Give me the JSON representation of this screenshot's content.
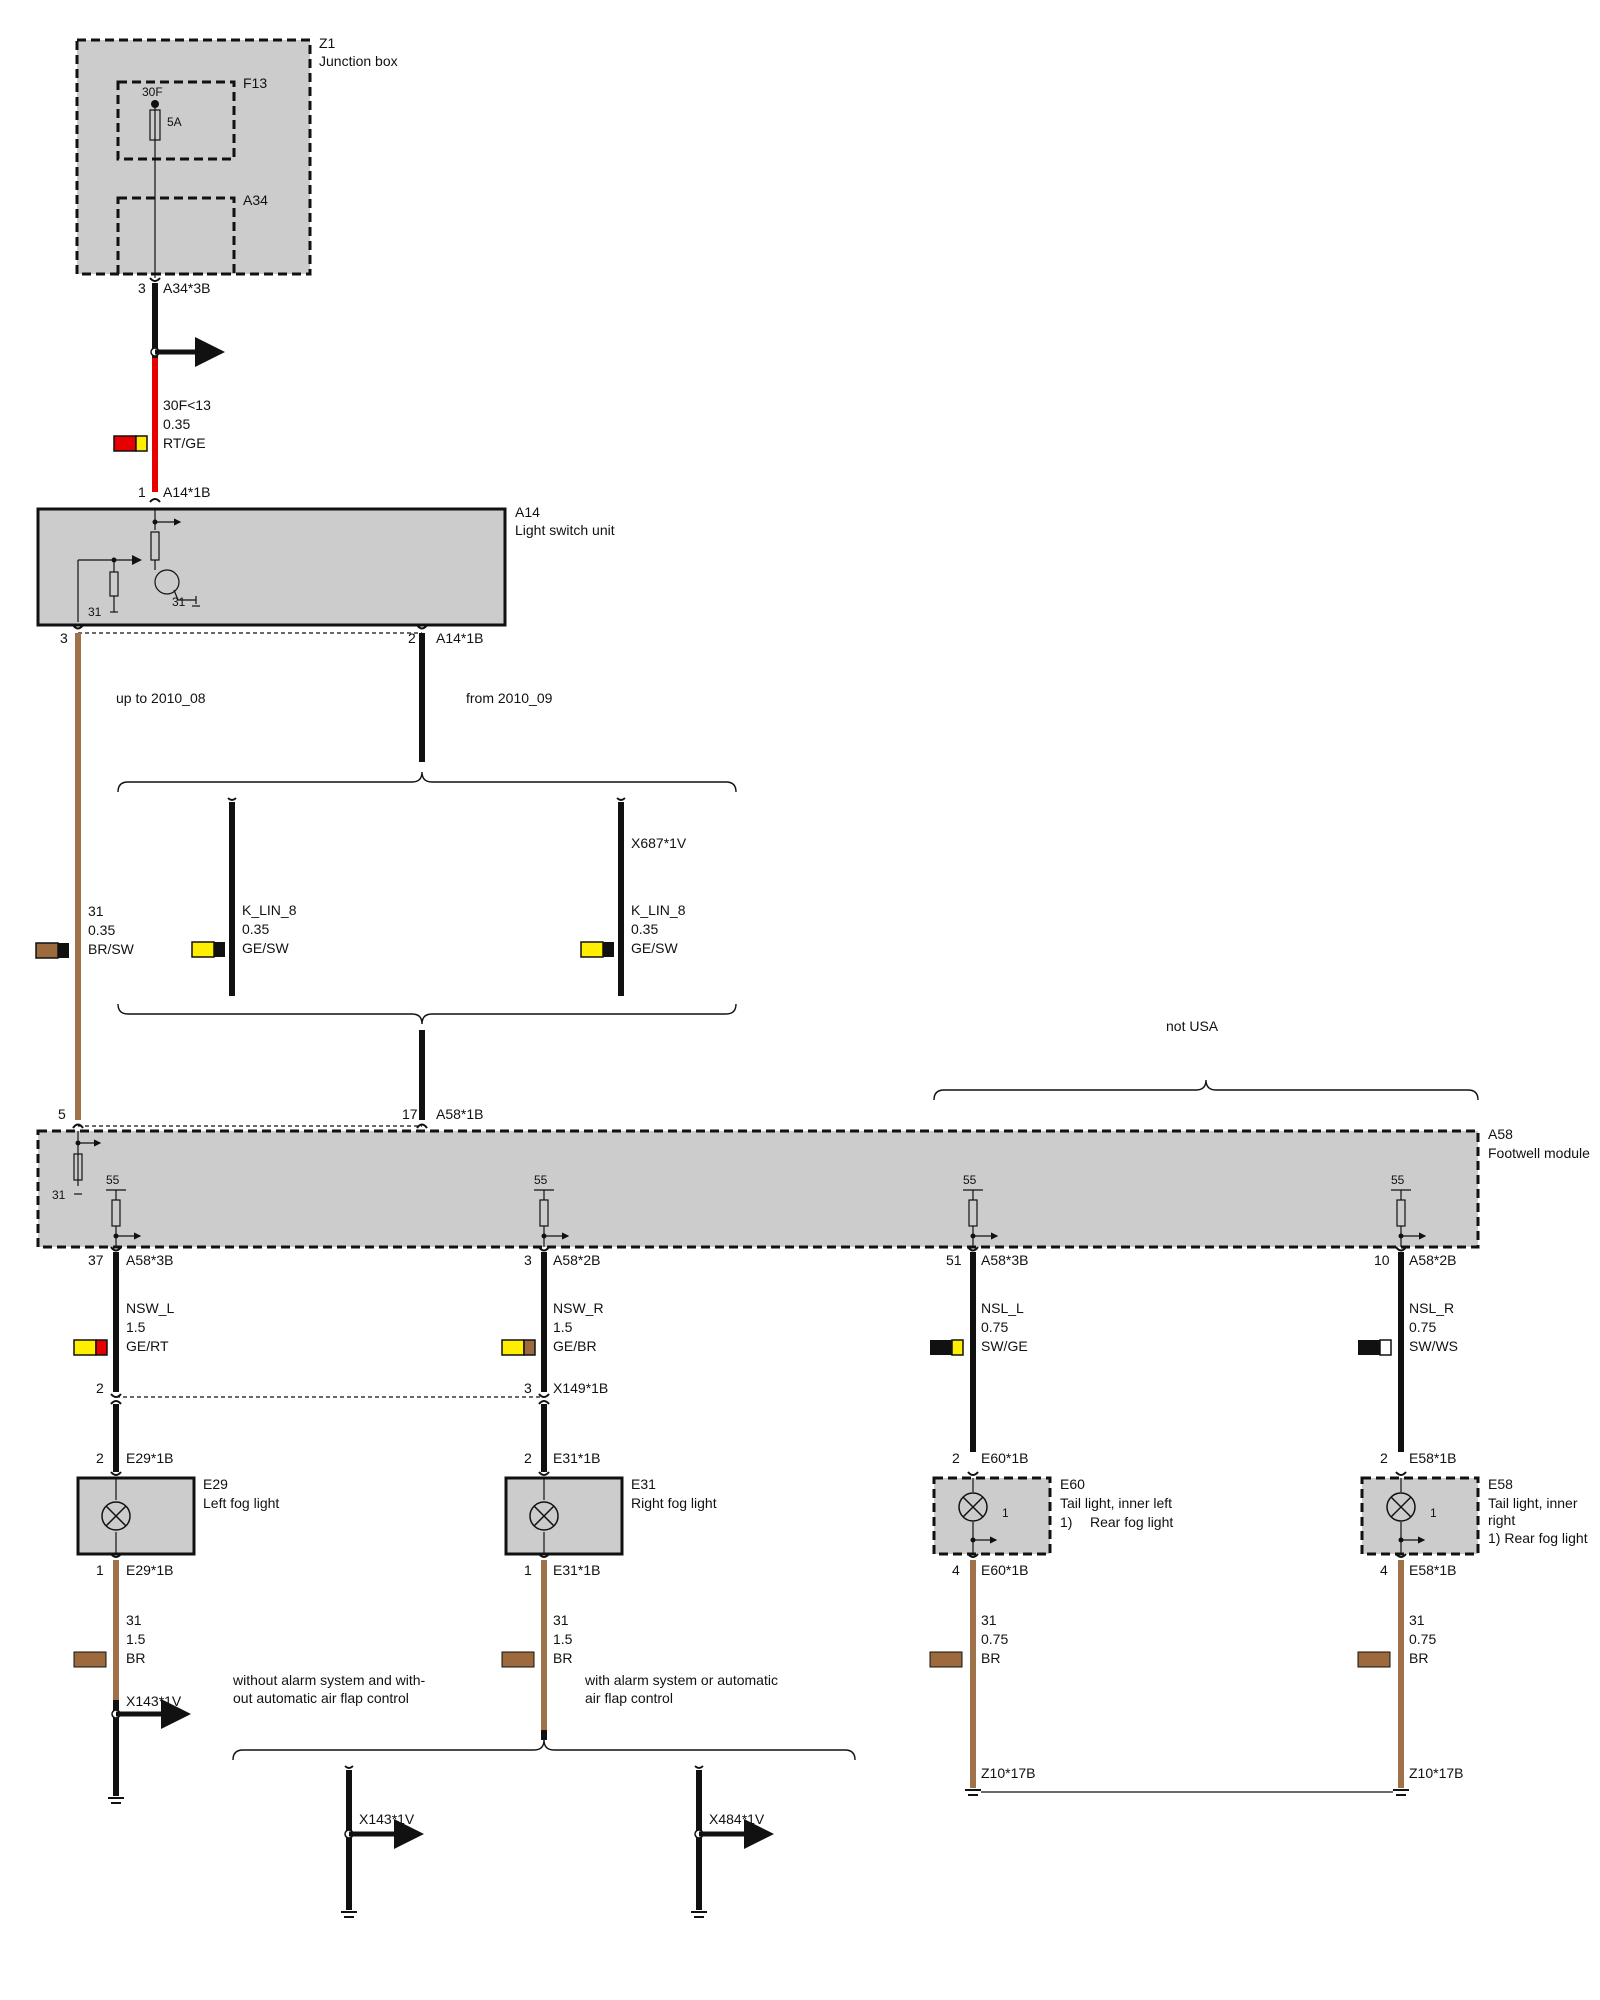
{
  "colors": {
    "box_fill": "#cccccc",
    "wire_black": "#111111",
    "wire_red": "#e60000",
    "wire_brown": "#a0724a",
    "swatch_yellow": "#ffee00",
    "swatch_red": "#e60000",
    "swatch_brown": "#9c6a3c",
    "swatch_black": "#111111",
    "swatch_white": "#ffffff"
  },
  "z1": {
    "id": "Z1",
    "name": "Junction box"
  },
  "f13": {
    "id": "F13",
    "terminal": "30F",
    "rating": "5A"
  },
  "a34": {
    "id": "A34"
  },
  "a34_pin": {
    "num": "3",
    "conn": "A34*3B"
  },
  "wire_30f": {
    "name": "30F<13",
    "size": "0.35",
    "color": "RT/GE"
  },
  "a14": {
    "id": "A14",
    "name": "Light switch unit",
    "pin1": {
      "num": "1",
      "conn": "A14*1B"
    },
    "pin3": {
      "num": "3"
    },
    "pin2": {
      "num": "2",
      "conn": "A14*1B"
    },
    "ground_a": "31",
    "ground_b": "31"
  },
  "variant_old": "up to 2010_08",
  "variant_new": "from 2010_09",
  "wire_31_top": {
    "name": "31",
    "size": "0.35",
    "color": "BR/SW"
  },
  "klin_1": {
    "name": "K_LIN_8",
    "size": "0.35",
    "color": "GE/SW"
  },
  "klin_2": {
    "conn": "X687*1V",
    "name": "K_LIN_8",
    "size": "0.35",
    "color": "GE/SW"
  },
  "not_usa": "not USA",
  "a58": {
    "id": "A58",
    "name": "Footwell module",
    "pin5": "5",
    "pin17": {
      "num": "17",
      "conn": "A58*1B"
    },
    "ground": "31",
    "supply": [
      "55",
      "55",
      "55",
      "55"
    ]
  },
  "outputs": [
    {
      "pin": "37",
      "conn": "A58*3B",
      "wire": "NSW_L",
      "size": "1.5",
      "color": "GE/RT"
    },
    {
      "pin": "3",
      "conn": "A58*2B",
      "wire": "NSW_R",
      "size": "1.5",
      "color": "GE/BR"
    },
    {
      "pin": "51",
      "conn": "A58*3B",
      "wire": "NSL_L",
      "size": "0.75",
      "color": "SW/GE"
    },
    {
      "pin": "10",
      "conn": "A58*2B",
      "wire": "NSL_R",
      "size": "0.75",
      "color": "SW/WS"
    }
  ],
  "x149": {
    "pin_left": "2",
    "pin_right": "3",
    "conn": "X149*1B"
  },
  "e29": {
    "id": "E29",
    "name": "Left fog light",
    "pin2": "2",
    "conn2": "E29*1B",
    "pin1": "1",
    "conn1": "E29*1B"
  },
  "e31": {
    "id": "E31",
    "name": "Right fog light",
    "pin2": "2",
    "conn2": "E31*1B",
    "pin1": "1",
    "conn1": "E31*1B"
  },
  "e60": {
    "id": "E60",
    "name": "Tail light, inner left",
    "note_num": "1)",
    "note": "Rear fog light",
    "bulb_tag": "1",
    "pin2": "2",
    "conn2": "E60*1B",
    "pin4": "4",
    "conn4": "E60*1B"
  },
  "e58": {
    "id": "E58",
    "name_line1": "Tail light, inner",
    "name_line2": "right",
    "note": "1) Rear fog light",
    "bulb_tag": "1",
    "pin2": "2",
    "conn2": "E58*1B",
    "pin4": "4",
    "conn4": "E58*1B"
  },
  "grounds": [
    {
      "name": "31",
      "size": "1.5",
      "color": "BR"
    },
    {
      "name": "31",
      "size": "1.5",
      "color": "BR"
    },
    {
      "name": "31",
      "size": "0.75",
      "color": "BR"
    },
    {
      "name": "31",
      "size": "0.75",
      "color": "BR"
    }
  ],
  "x143_main": "X143*1V",
  "alarm_without_1": "without alarm system and with-",
  "alarm_without_2": "out automatic air flap control",
  "alarm_with_1": "with alarm system or automatic",
  "alarm_with_2": "air flap control",
  "x143_alt": "X143*1V",
  "x484": "X484*1V",
  "z10_a": "Z10*17B",
  "z10_b": "Z10*17B"
}
